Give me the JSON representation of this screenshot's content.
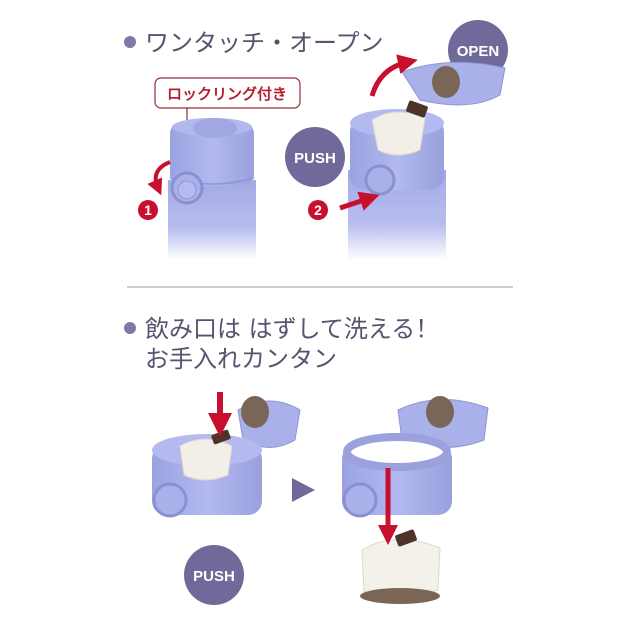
{
  "section1": {
    "heading": "ワンタッチ・オープン",
    "callout": "ロックリング付き",
    "open_badge": "OPEN",
    "push_badge": "PUSH",
    "step1": "1",
    "step2": "2"
  },
  "section2": {
    "heading_line1": "飲み口は はずして洗える！",
    "heading_line2": "お手入れカンタン",
    "push_badge": "PUSH"
  },
  "colors": {
    "bottle": "#a7aee6",
    "badge": "#6f6a9a",
    "accent_red": "#c8102e",
    "text": "#56546f"
  }
}
